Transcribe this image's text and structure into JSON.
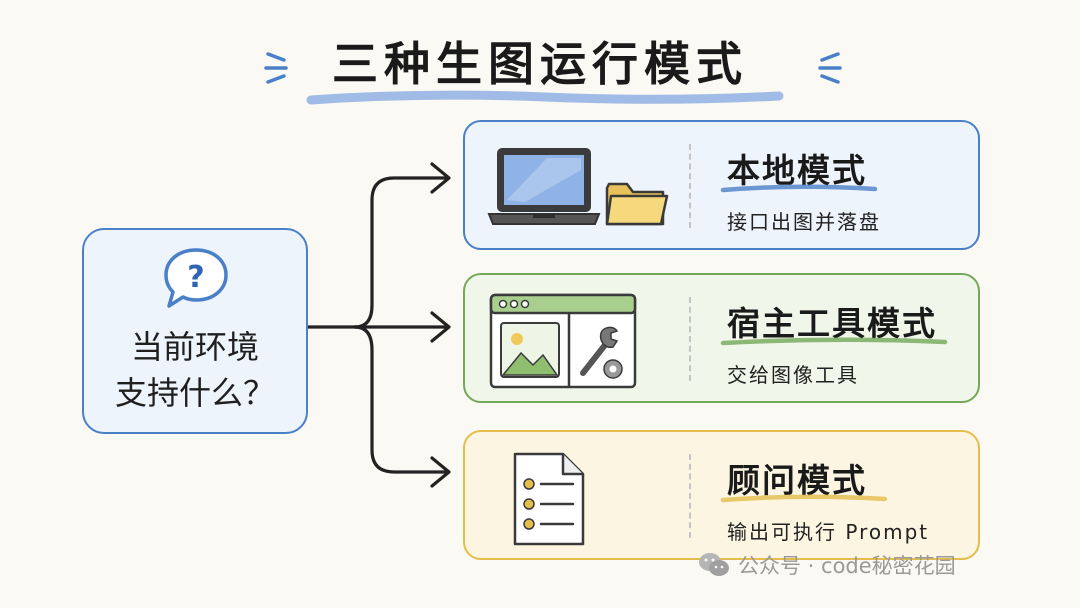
{
  "title": "三种生图运行模式",
  "question": {
    "lines": [
      "当前环境",
      "支持什么？"
    ],
    "icon": "question-bubble-icon"
  },
  "modes": [
    {
      "title": "本地模式",
      "desc": "接口出图并落盘",
      "icon": "laptop-folder-icon",
      "color": "#4a80c8"
    },
    {
      "title": "宿主工具模式",
      "desc": "交给图像工具",
      "icon": "image-wrench-window-icon",
      "color": "#74a85a"
    },
    {
      "title": "顾问模式",
      "desc": "输出可执行 Prompt",
      "icon": "document-list-icon",
      "color": "#e4bd4c"
    }
  ],
  "watermark": {
    "text": "公众号 · code秘密花园",
    "icon": "wechat-icon"
  }
}
